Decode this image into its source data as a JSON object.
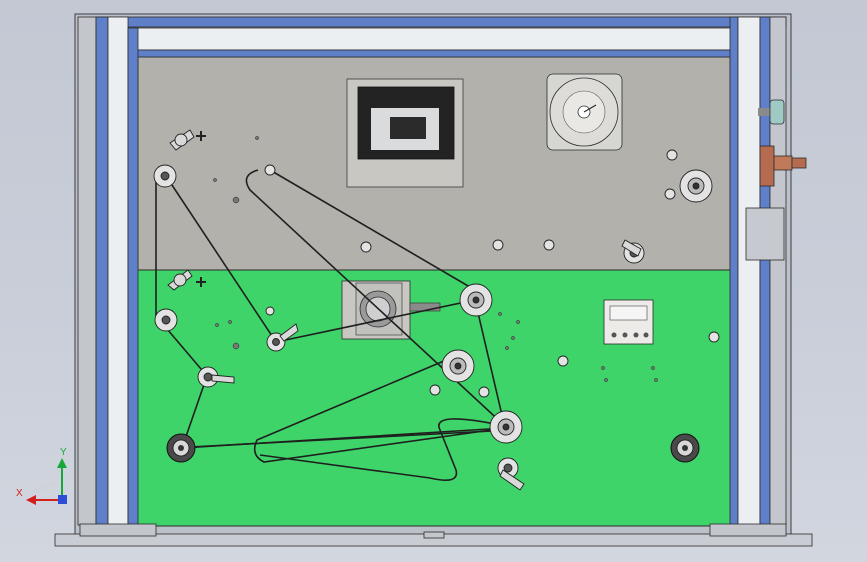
{
  "viewport": {
    "background": "#c6cbd6",
    "title": ""
  },
  "machine": {
    "colors": {
      "upper_panel": "#b3b1ac",
      "lower_panel": "#3fd46a",
      "frame": "#b9bcc3",
      "column_blue": "#5f7fc8",
      "column_grey": "#c3c6cd",
      "outline": "#3a3d45"
    },
    "components": [
      "hmi-touch-screen",
      "servo-motor",
      "digital-controller",
      "tension-control-module",
      "unwind-roller",
      "rewind-roller",
      "guide-roller",
      "dancer-arm",
      "electrical-box",
      "side-knob",
      "side-gear",
      "conveyor-belt-path"
    ]
  },
  "axis_triad": {
    "x_label": "X",
    "y_label": "Y",
    "x_color": "#d41f1f",
    "y_color": "#18a83a",
    "z_color": "#2a4fd6"
  }
}
